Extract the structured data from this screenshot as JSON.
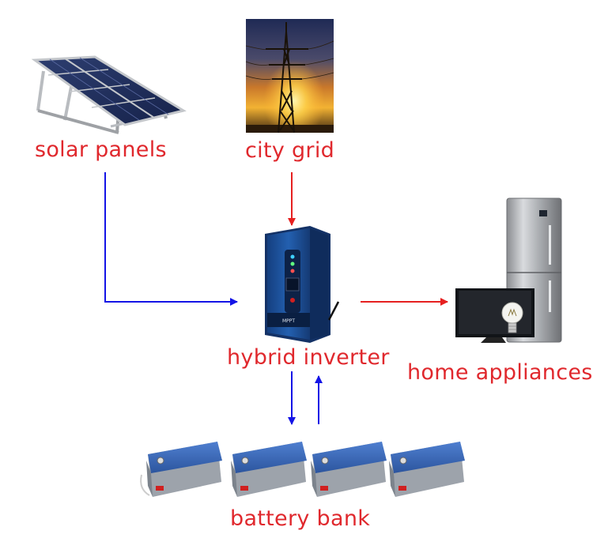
{
  "colors": {
    "label": "#e0282d",
    "dc_arrow": "#1414e6",
    "ac_arrow": "#e62020",
    "inverter_body": "#1e4f96",
    "battery_case": "#3a66b5"
  },
  "nodes": {
    "solar_panels": {
      "label": "solar panels",
      "icon": "solar-panel-icon"
    },
    "city_grid": {
      "label": "city grid",
      "icon": "power-pylon-icon"
    },
    "hybrid_inverter": {
      "label": "hybrid inverter",
      "icon": "inverter-icon",
      "panel_text": "MPPT"
    },
    "home_appliances": {
      "label": "home appliances",
      "icon": "appliances-icon"
    },
    "battery_bank": {
      "label": "battery bank",
      "icon": "battery-icon",
      "unit_count": 4
    }
  },
  "flows": [
    {
      "from": "solar_panels",
      "to": "hybrid_inverter",
      "color": "dc_arrow"
    },
    {
      "from": "city_grid",
      "to": "hybrid_inverter",
      "color": "ac_arrow"
    },
    {
      "from": "hybrid_inverter",
      "to": "home_appliances",
      "color": "ac_arrow"
    },
    {
      "from": "hybrid_inverter",
      "to": "battery_bank",
      "color": "dc_arrow"
    },
    {
      "from": "battery_bank",
      "to": "hybrid_inverter",
      "color": "dc_arrow"
    }
  ]
}
